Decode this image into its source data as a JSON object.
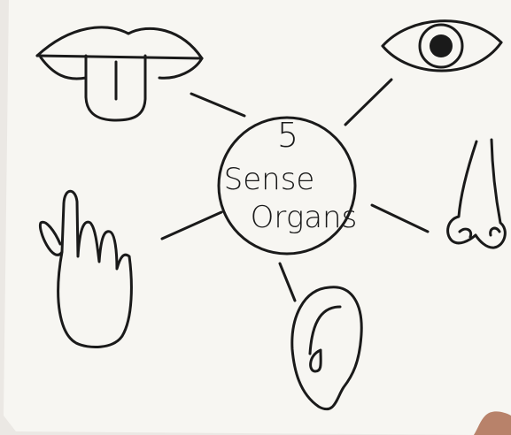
{
  "center": {
    "number": "5",
    "line1": "Sense",
    "line2": "Organs"
  },
  "organs": [
    {
      "name": "tongue",
      "icon": "tongue-icon"
    },
    {
      "name": "eye",
      "icon": "eye-icon"
    },
    {
      "name": "nose",
      "icon": "nose-icon"
    },
    {
      "name": "ear",
      "icon": "ear-icon"
    },
    {
      "name": "skin",
      "icon": "hand-icon"
    }
  ],
  "colors": {
    "paper": "#f7f6f2",
    "ink": "#1a1a1a"
  }
}
